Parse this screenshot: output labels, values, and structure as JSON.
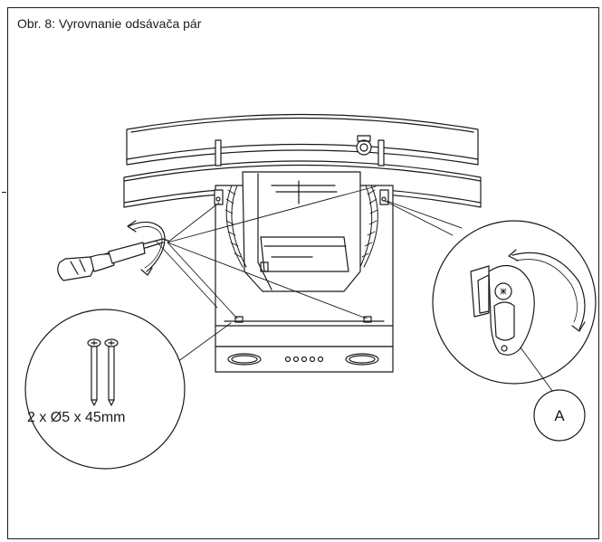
{
  "figure": {
    "caption": "Obr. 8: Vyrovnanie odsávača pár"
  },
  "screws_detail": {
    "label": "2 x Ø5 x 45mm"
  },
  "bracket_detail": {
    "callout": "A"
  },
  "control_panel": {
    "button_count": 5
  },
  "colors": {
    "line": "#1a1a1a",
    "background": "#ffffff"
  }
}
